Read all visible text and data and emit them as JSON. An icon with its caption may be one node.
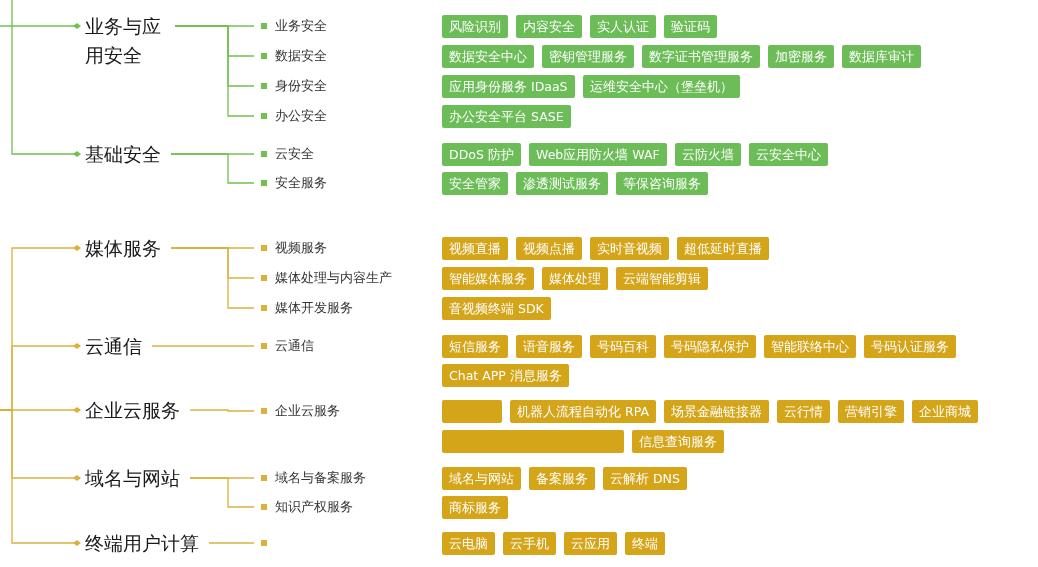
{
  "diagram": {
    "nodes": [
      {
        "text": [
          "业务与应用安全"
        ]
      },
      {
        "text": [
          "业务安全"
        ]
      },
      {
        "text": [
          "风险识别"
        ]
      },
      {
        "text": [
          "内容安全"
        ]
      },
      {
        "text": [
          "实人认证"
        ]
      },
      {
        "text": [
          "验证码"
        ]
      },
      {
        "text": [
          "数据安全"
        ]
      },
      {
        "text": [
          "数据安全中心"
        ]
      },
      {
        "text": [
          "密钥管理服务"
        ]
      },
      {
        "text": [
          "数字证书管理服务"
        ]
      },
      {
        "text": [
          "加密服务"
        ]
      },
      {
        "text": [
          "数据库审计"
        ]
      },
      {
        "text": [
          "身份安全"
        ]
      },
      {
        "text": [
          "应用身份服务 IDaaS"
        ]
      },
      {
        "text": [
          "运维安全中心（堡垒机）"
        ]
      },
      {
        "text": [
          "办公安全"
        ]
      },
      {
        "text": [
          "办公安全平台 SASE"
        ]
      },
      {
        "text": [
          "基础安全"
        ]
      },
      {
        "text": [
          "云安全"
        ]
      },
      {
        "text": [
          "DDoS 防护"
        ]
      },
      {
        "text": [
          "Web应用防火墙 WAF"
        ]
      },
      {
        "text": [
          "云防火墙"
        ]
      },
      {
        "text": [
          "云安全中心"
        ]
      },
      {
        "text": [
          "安全服务"
        ]
      },
      {
        "text": [
          "安全管家"
        ]
      },
      {
        "text": [
          "渗透测试服务"
        ]
      },
      {
        "text": [
          "等保咨询服务"
        ]
      },
      {
        "text": [
          "媒体服务"
        ]
      },
      {
        "text": [
          "视频服务"
        ]
      },
      {
        "text": [
          "视频直播"
        ]
      },
      {
        "text": [
          "视频点播"
        ]
      },
      {
        "text": [
          "实时音视频"
        ]
      },
      {
        "text": [
          "超低延时直播"
        ]
      },
      {
        "text": [
          "媒体处理与内容生产"
        ]
      },
      {
        "text": [
          "智能媒体服务"
        ]
      },
      {
        "text": [
          "媒体处理"
        ]
      },
      {
        "text": [
          "云端智能剪辑"
        ]
      },
      {
        "text": [
          "媒体开发服务"
        ]
      },
      {
        "text": [
          "音视频终端 SDK"
        ]
      },
      {
        "text": [
          "云通信"
        ]
      },
      {
        "text": [
          "云通信"
        ]
      },
      {
        "text": [
          "短信服务"
        ]
      },
      {
        "text": [
          "语音服务"
        ]
      },
      {
        "text": [
          "号码百科"
        ]
      },
      {
        "text": [
          "号码隐私保护"
        ]
      },
      {
        "text": [
          "智能联络中心"
        ]
      },
      {
        "text": [
          "号码认证服务"
        ]
      },
      {
        "text": [
          "Chat APP 消息服务"
        ]
      },
      {
        "text": [
          "企业云服务"
        ]
      },
      {
        "text": [
          "企业云服务"
        ]
      },
      {
        "text": [],
        "shape": "box"
      },
      {
        "text": [
          "机器人流程自动化 RPA"
        ]
      },
      {
        "text": [
          "场景金融链接器"
        ]
      },
      {
        "text": [
          "云行情"
        ]
      },
      {
        "text": [
          "营销引擎"
        ]
      },
      {
        "text": [
          "企业商城"
        ]
      },
      {
        "text": [],
        "shape": "box"
      },
      {
        "text": [
          "信息查询服务"
        ]
      },
      {
        "text": [
          "域名与网站"
        ]
      },
      {
        "text": [
          "域名与备案服务"
        ]
      },
      {
        "text": [
          "域名与网站"
        ]
      },
      {
        "text": [
          "备案服务"
        ]
      },
      {
        "text": [
          "云解析 DNS"
        ]
      },
      {
        "text": [
          "知识产权服务"
        ]
      },
      {
        "text": [
          "商标服务"
        ]
      },
      {
        "text": [
          "终端用户计算"
        ]
      },
      {
        "text": [],
        "shape": "box"
      },
      {
        "text": [
          "云电脑"
        ]
      },
      {
        "text": [
          "云手机"
        ]
      },
      {
        "text": [
          "云应用"
        ]
      },
      {
        "text": [
          "终端"
        ]
      }
    ],
    "edges": [
      {
        "from": null,
        "to": 0,
        "arrow": "other",
        "color": "#72c14f"
      },
      {
        "from": null,
        "to": 17,
        "arrow": "other",
        "color": "#72c14f"
      },
      {
        "from": 0,
        "to": 1,
        "arrow": "none",
        "color": "#72c14f"
      },
      {
        "from": 0,
        "to": 6,
        "arrow": "none",
        "color": "#72c14f"
      },
      {
        "from": 0,
        "to": 12,
        "arrow": "none",
        "color": "#72c14f"
      },
      {
        "from": 0,
        "to": 15,
        "arrow": "none",
        "color": "#72c14f"
      },
      {
        "from": 17,
        "to": 18,
        "arrow": "none",
        "color": "#72c14f"
      },
      {
        "from": 17,
        "to": 23,
        "arrow": "none",
        "color": "#72c14f"
      },
      {
        "from": null,
        "to": 27,
        "arrow": "other"
      },
      {
        "from": null,
        "to": 39,
        "arrow": "other"
      },
      {
        "from": null,
        "to": 48,
        "arrow": "other"
      },
      {
        "from": null,
        "to": 58,
        "arrow": "other"
      },
      {
        "from": null,
        "to": 65,
        "arrow": "other"
      },
      {
        "from": 27,
        "to": 28,
        "arrow": "none"
      },
      {
        "from": 27,
        "to": 33,
        "arrow": "none"
      },
      {
        "from": 27,
        "to": 37,
        "arrow": "none"
      },
      {
        "from": 39,
        "to": 40,
        "arrow": "none"
      },
      {
        "from": 48,
        "to": 49,
        "arrow": "none"
      },
      {
        "from": 58,
        "to": 59,
        "arrow": "none"
      },
      {
        "from": 58,
        "to": 63,
        "arrow": "none"
      },
      {
        "from": 65,
        "to": 66,
        "arrow": "none"
      }
    ]
  }
}
